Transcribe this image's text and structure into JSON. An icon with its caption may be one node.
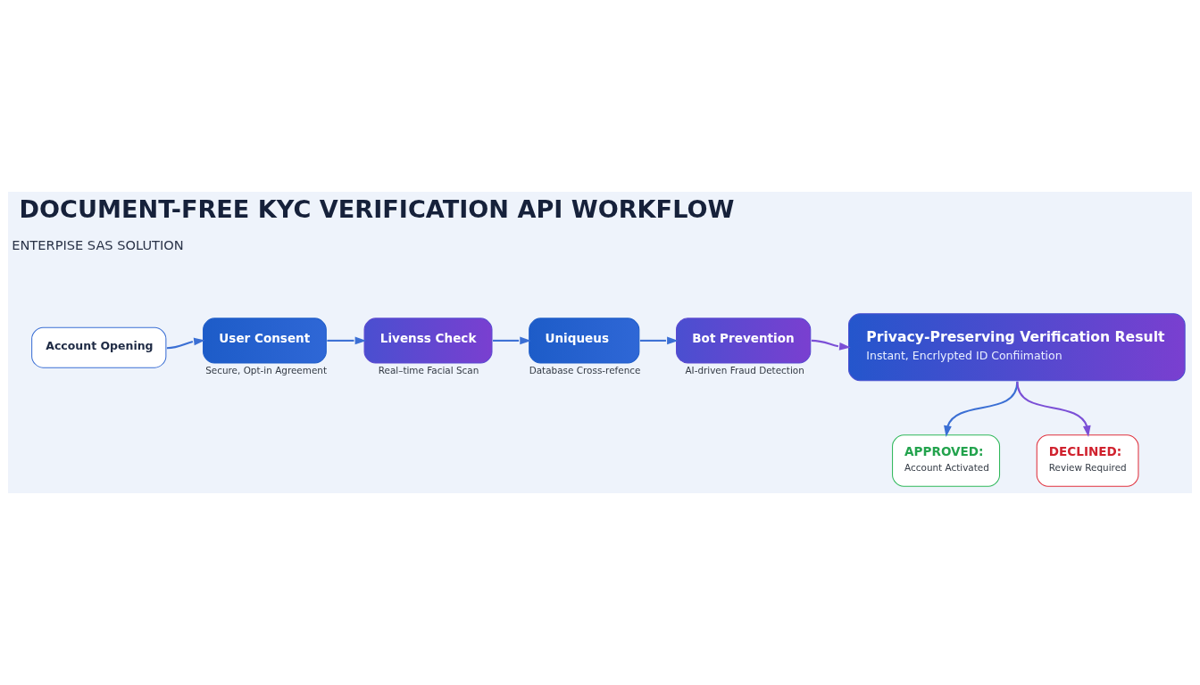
{
  "diagram": {
    "title": "DOCUMENT-FREE KYC VERIFICATION API WORKFLOW",
    "nodes": [
      {
        "text": [
          "Account Opening"
        ]
      },
      {
        "text": [
          "User Consent"
        ],
        "beside": [
          "Secure, Opt-in Agreement"
        ]
      },
      {
        "text": [
          "Livenss Check"
        ],
        "beside": [
          "Real–time Facial Scan"
        ]
      },
      {
        "text": [
          "Uniqueus"
        ],
        "beside": [
          "Database Cross-refence"
        ]
      },
      {
        "text": [
          "Bot Prevention"
        ],
        "beside": [
          "AI-driven Fraud Detection"
        ]
      },
      {
        "text": [
          "Privacy-Preserving Verification Result",
          "Instant, Encrlypted ID Confiimation"
        ]
      },
      {
        "text": [
          "APPROVED:",
          "Account Activated"
        ]
      },
      {
        "text": [
          "DECLINED:",
          "Review Required"
        ]
      }
    ],
    "edges": [
      {
        "from": 0,
        "to": 1,
        "arrow": "to"
      },
      {
        "from": 1,
        "to": 2,
        "arrow": "to"
      },
      {
        "from": 2,
        "to": 3,
        "arrow": "to"
      },
      {
        "from": 3,
        "to": 4,
        "arrow": "to"
      },
      {
        "from": 4,
        "to": 5,
        "arrow": "to",
        "color": "#7b4fd6"
      },
      {
        "from": 5,
        "to": 6,
        "arrow": "to"
      },
      {
        "from": 5,
        "to": 7,
        "arrow": "to",
        "color": "#7b4fd6"
      }
    ],
    "labels": [
      "ENTERPISE SAS SOLUTION"
    ]
  }
}
